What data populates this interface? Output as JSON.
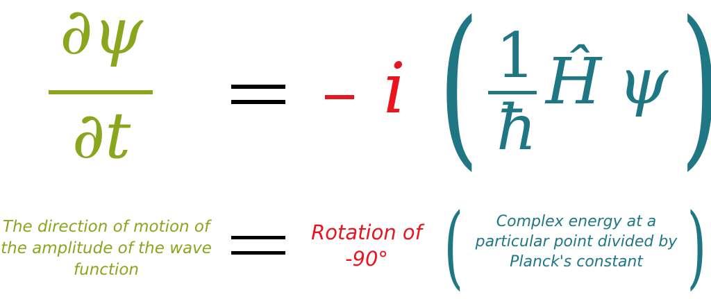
{
  "colors": {
    "green": "#8aa51e",
    "black": "#000000",
    "red": "#e8151f",
    "teal": "#1e7782"
  },
  "equation": {
    "numerator": "∂ψ",
    "denominator": "∂t",
    "imaginary": "i",
    "left_paren": "(",
    "right_paren": ")",
    "inner_numerator": "1",
    "inner_denominator": "ħ",
    "hamiltonian": "Ĥ",
    "psi": "ψ"
  },
  "captions": {
    "left": "The direction of motion of the amplitude of the wave function",
    "middle": "Rotation of -90°",
    "right": "Complex energy at a particular point divided by Planck's constant",
    "left_paren": "(",
    "right_paren": ")"
  }
}
